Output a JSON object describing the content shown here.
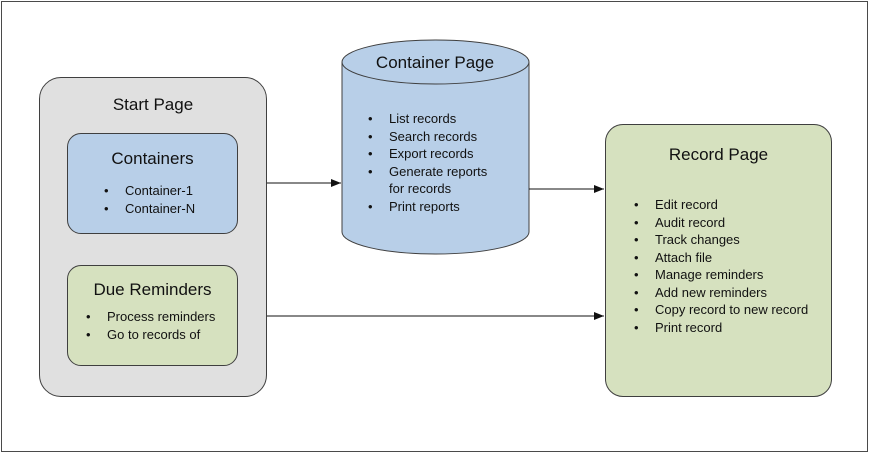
{
  "start_page": {
    "title": "Start Page",
    "containers": {
      "title": "Containers",
      "items": [
        "Container-1",
        "Container-N"
      ]
    },
    "due_reminders": {
      "title": "Due Reminders",
      "items": [
        "Process reminders",
        "Go to records of"
      ]
    }
  },
  "container_page": {
    "title": "Container Page",
    "items": [
      "List records",
      "Search records",
      "Export records",
      "Generate reports",
      "for records",
      "Print reports"
    ]
  },
  "record_page": {
    "title": "Record Page",
    "items": [
      "Edit record",
      "Audit record",
      "Track changes",
      "Attach file",
      "Manage reminders",
      "Add new reminders",
      "Copy record to new record",
      "Print record"
    ]
  },
  "colors": {
    "start_page_fill": "#e0e0e0",
    "blue_fill": "#b8cfe8",
    "green_fill": "#d6e1bf",
    "stroke": "#3f3f3f"
  }
}
